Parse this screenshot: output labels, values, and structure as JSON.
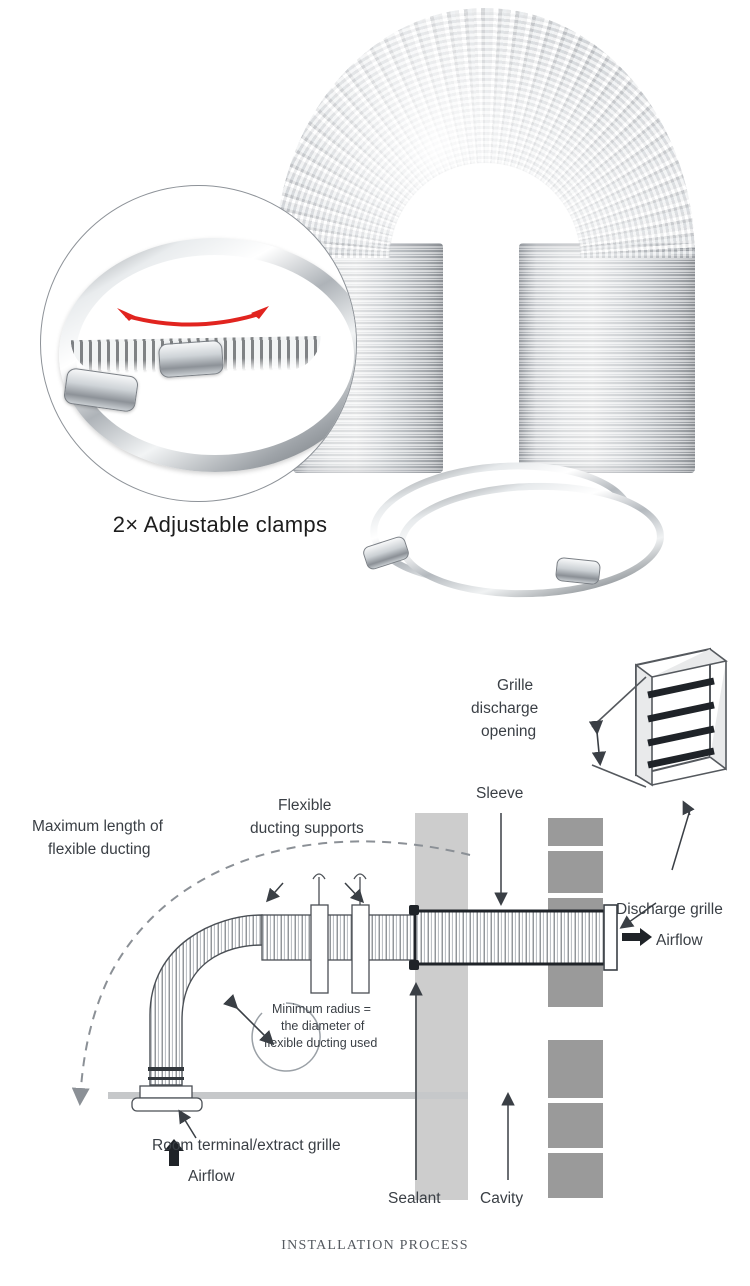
{
  "photo": {
    "caption": "2×  Adjustable clamps",
    "accent_red": "#e1241f",
    "icons": {
      "duct": "flexible-aluminium-duct",
      "inset": "clamp-closeup-circle",
      "clamps": "two-hose-clamps"
    }
  },
  "diagram": {
    "footer": "INSTALLATION PROCESS",
    "colors": {
      "sleeve_fill": "#cdcdcd",
      "brick_fill": "#9a9a9a",
      "line": "#3a3f45",
      "dash": "#8b9096"
    },
    "labels": {
      "max_length_l1": "Maximum length of",
      "max_length_l2": "flexible ducting",
      "supports_l1": "Flexible",
      "supports_l2": "ducting supports",
      "sleeve": "Sleeve",
      "grille_opening_l1": "Grille",
      "grille_opening_l2": "discharge",
      "grille_opening_l3": "opening",
      "discharge_grille": "Discharge grille",
      "airflow_right": "Airflow",
      "airflow_left": "Airflow",
      "min_radius_l1": "Minimum radius =",
      "min_radius_l2": "the diameter of",
      "min_radius_l3": "flexible ducting used",
      "room_terminal": "Room terminal/extract grille",
      "sealant": "Sealant",
      "cavity": "Cavity"
    }
  }
}
